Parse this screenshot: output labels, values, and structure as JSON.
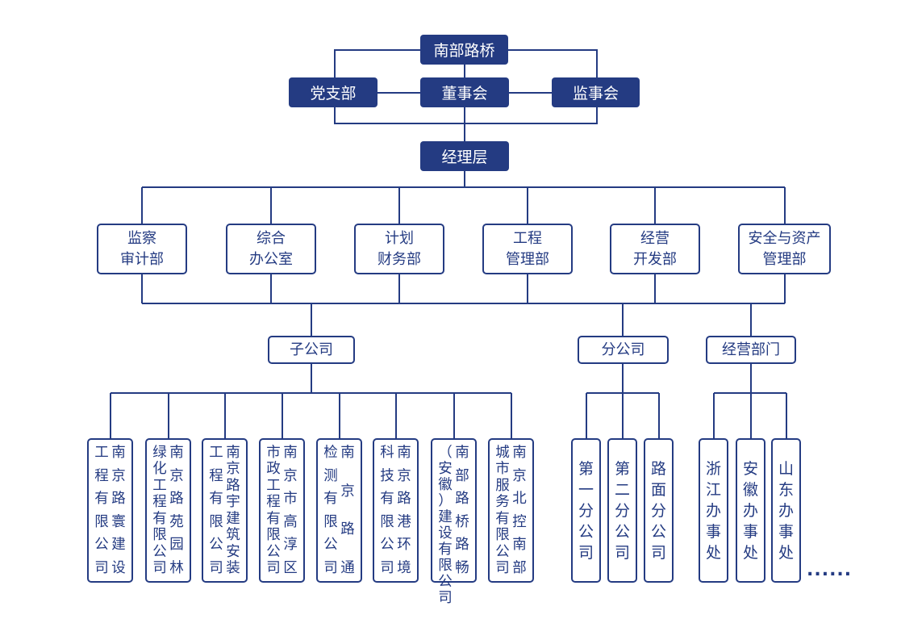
{
  "colors": {
    "primary": "#243b82",
    "background": "#ffffff"
  },
  "top": {
    "company": "南部路桥",
    "party": "党支部",
    "board": "董事会",
    "supervisors": "监事会",
    "management": "经理层"
  },
  "departments": [
    {
      "line1": "监察",
      "line2": "审计部"
    },
    {
      "line1": "综合",
      "line2": "办公室"
    },
    {
      "line1": "计划",
      "line2": "财务部"
    },
    {
      "line1": "工程",
      "line2": "管理部"
    },
    {
      "line1": "经营",
      "line2": "开发部"
    },
    {
      "line1": "安全与资产",
      "line2": "管理部"
    }
  ],
  "groups": {
    "subsidiaries": "子公司",
    "branches": "分公司",
    "operations": "经营部门"
  },
  "subsidiaries": [
    {
      "right": "南京路寰建设",
      "left": "工程有限公司"
    },
    {
      "right": "南京路苑园林",
      "left": "绿化工程有限公司"
    },
    {
      "right": "南京路宇建筑安装",
      "left": "工程有限公司"
    },
    {
      "right": "南京市高淳区",
      "left": "市政工程有限公司"
    },
    {
      "right": "南京路通",
      "left": "检测有限公司"
    },
    {
      "right": "南京路港环境",
      "left": "科技有限公司"
    },
    {
      "right": "南部路桥路畅",
      "left": "（安徽）建设有限公司"
    },
    {
      "right": "南京北控南部",
      "left": "城市服务有限公司"
    }
  ],
  "branches": [
    "第一分公司",
    "第二分公司",
    "路面分公司"
  ],
  "offices": [
    "浙江办事处",
    "安徽办事处",
    "山东办事处"
  ],
  "more": "......"
}
